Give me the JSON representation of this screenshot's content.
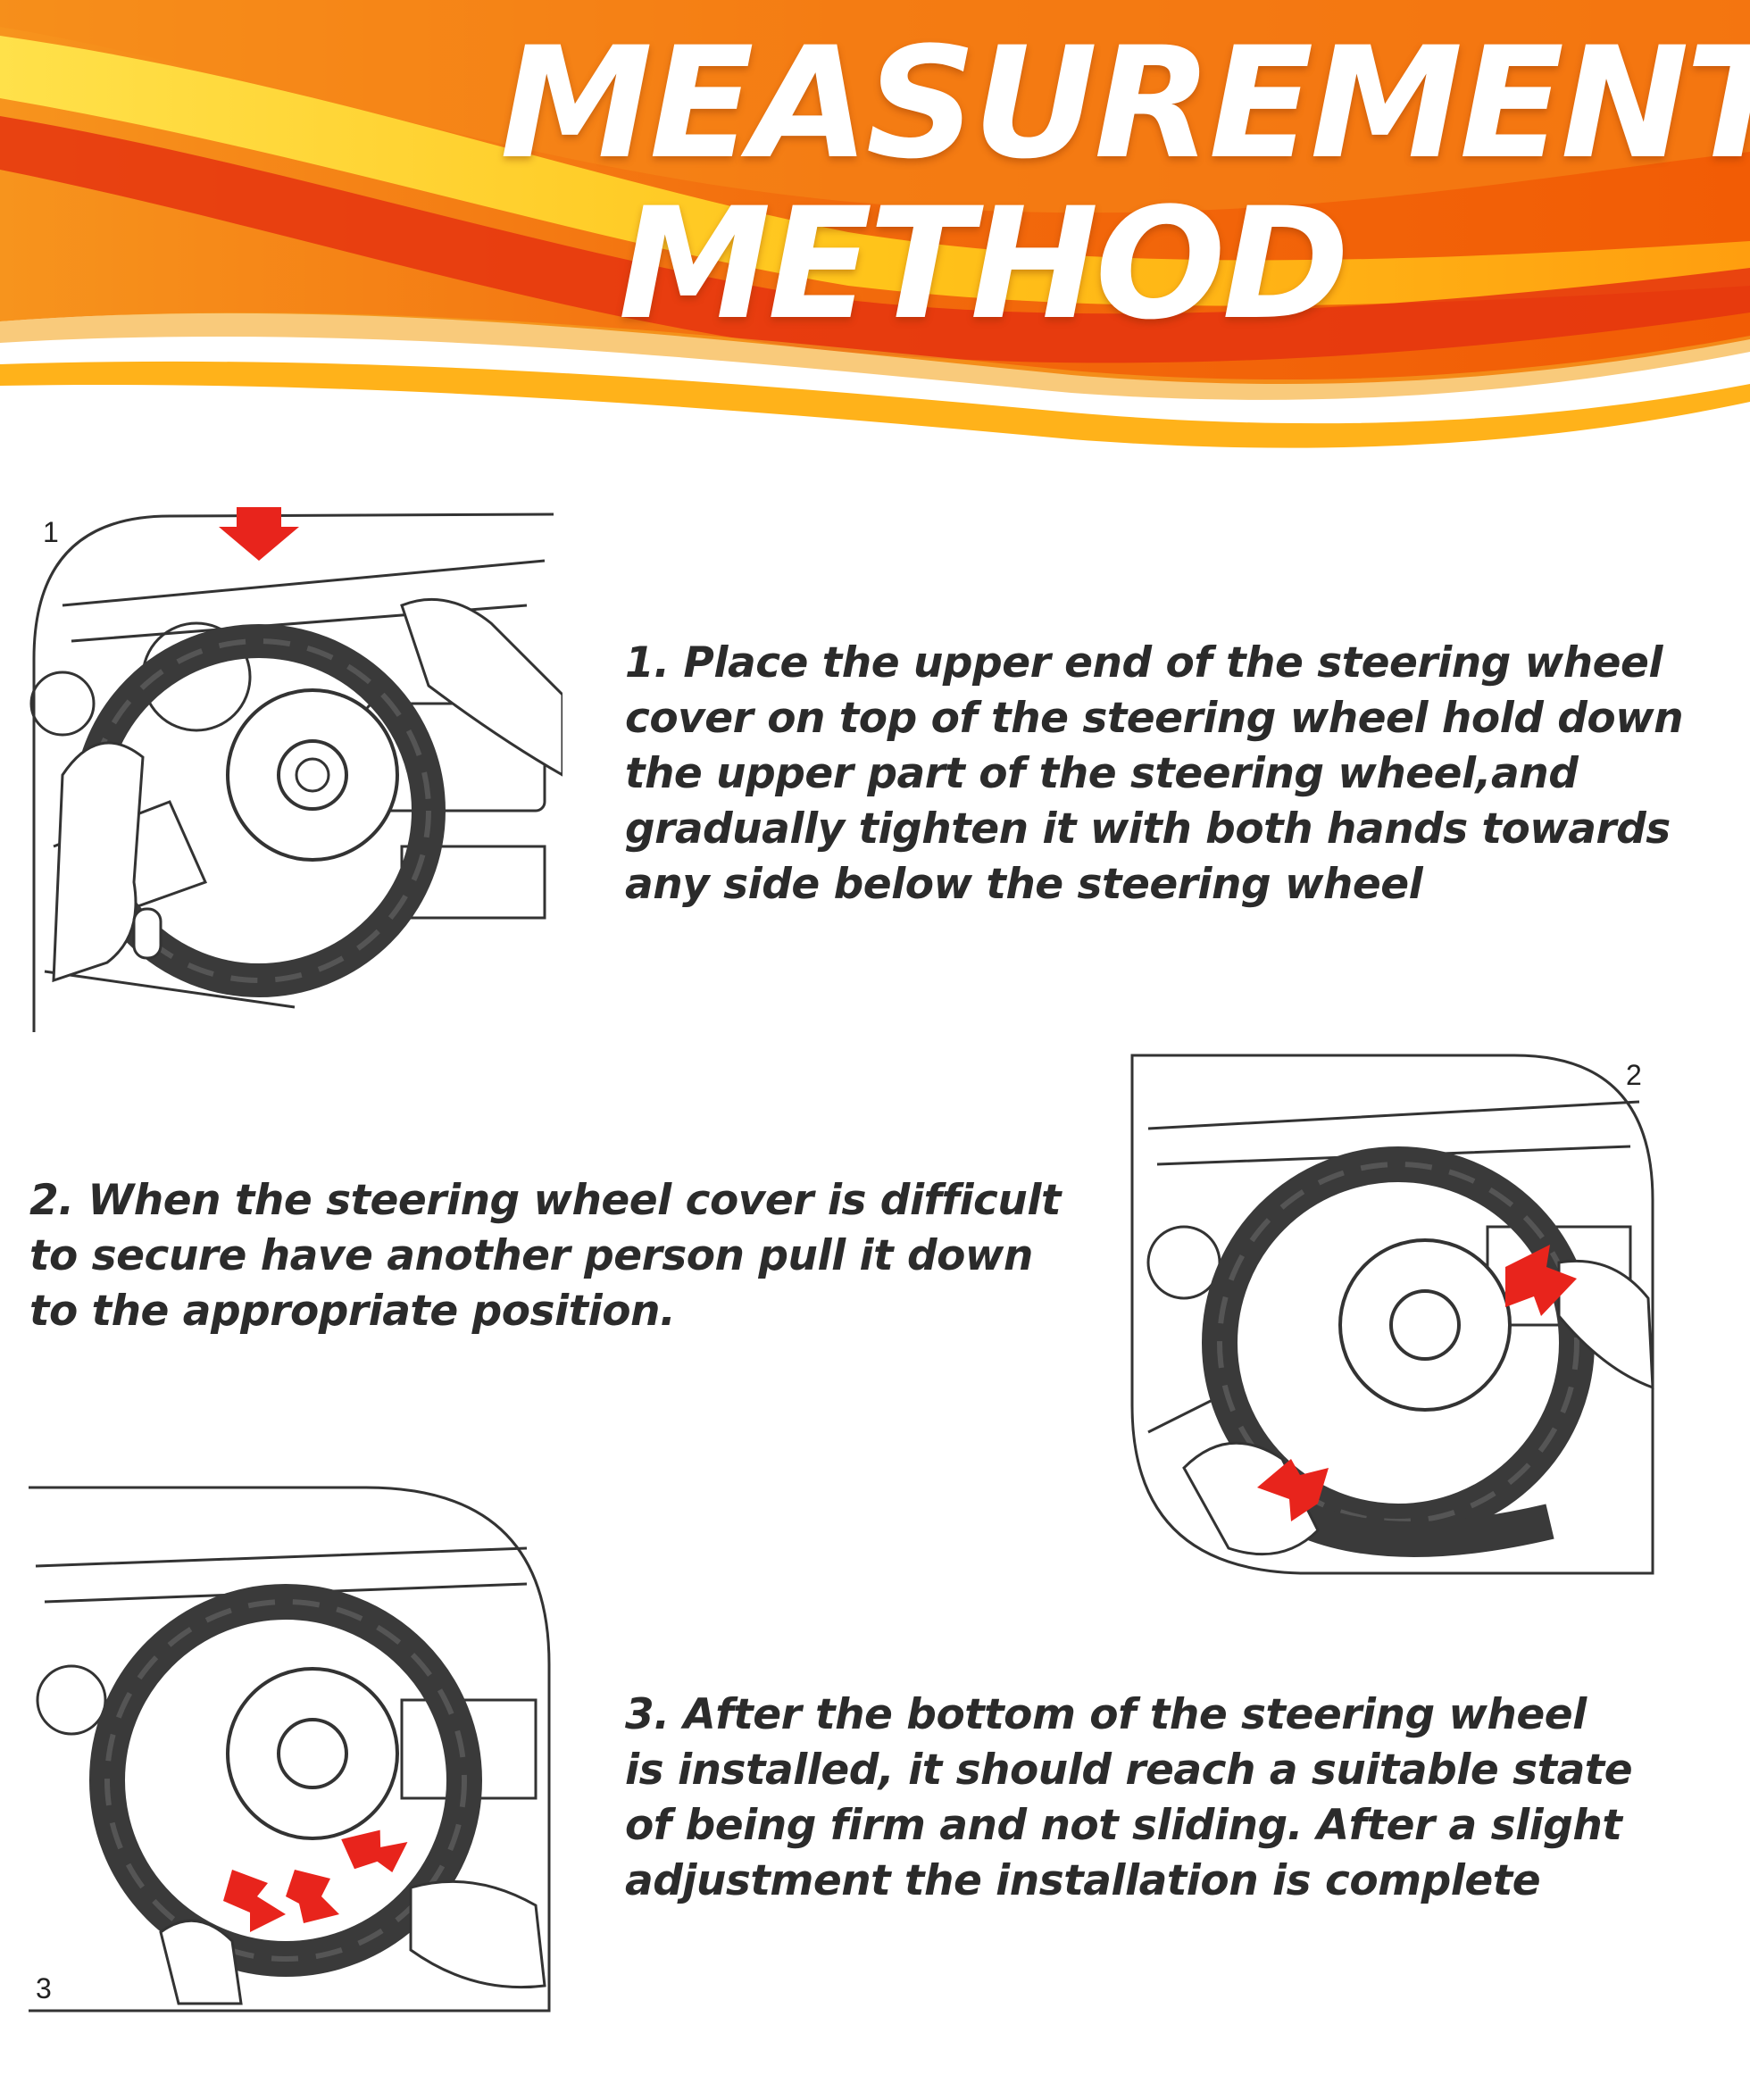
{
  "header": {
    "title_line1": "MEASUREMENT",
    "title_line2": "METHOD",
    "colors": {
      "orange": "#f26a0c",
      "yellow": "#ffd21a",
      "red_arrow": "#e8241c"
    }
  },
  "steps": [
    {
      "number": "1",
      "illustration_icon": "steering-wheel-cover-top-icon",
      "lines": [
        "1. Place the upper end of the steering wheel",
        "cover on top of the steering wheel hold down",
        "the upper part of the steering wheel,and",
        "gradually tighten it with both hands towards",
        "any side below the steering wheel"
      ]
    },
    {
      "number": "2",
      "illustration_icon": "steering-wheel-cover-pull-icon",
      "lines": [
        "2. When the steering wheel cover is difficult",
        "to secure have another person pull it down",
        "to the appropriate position."
      ]
    },
    {
      "number": "3",
      "illustration_icon": "steering-wheel-cover-bottom-icon",
      "lines": [
        "3. After the bottom of the steering wheel",
        "is installed, it should reach a suitable state",
        "of being firm and not sliding. After a slight",
        "adjustment the installation is complete"
      ]
    }
  ]
}
